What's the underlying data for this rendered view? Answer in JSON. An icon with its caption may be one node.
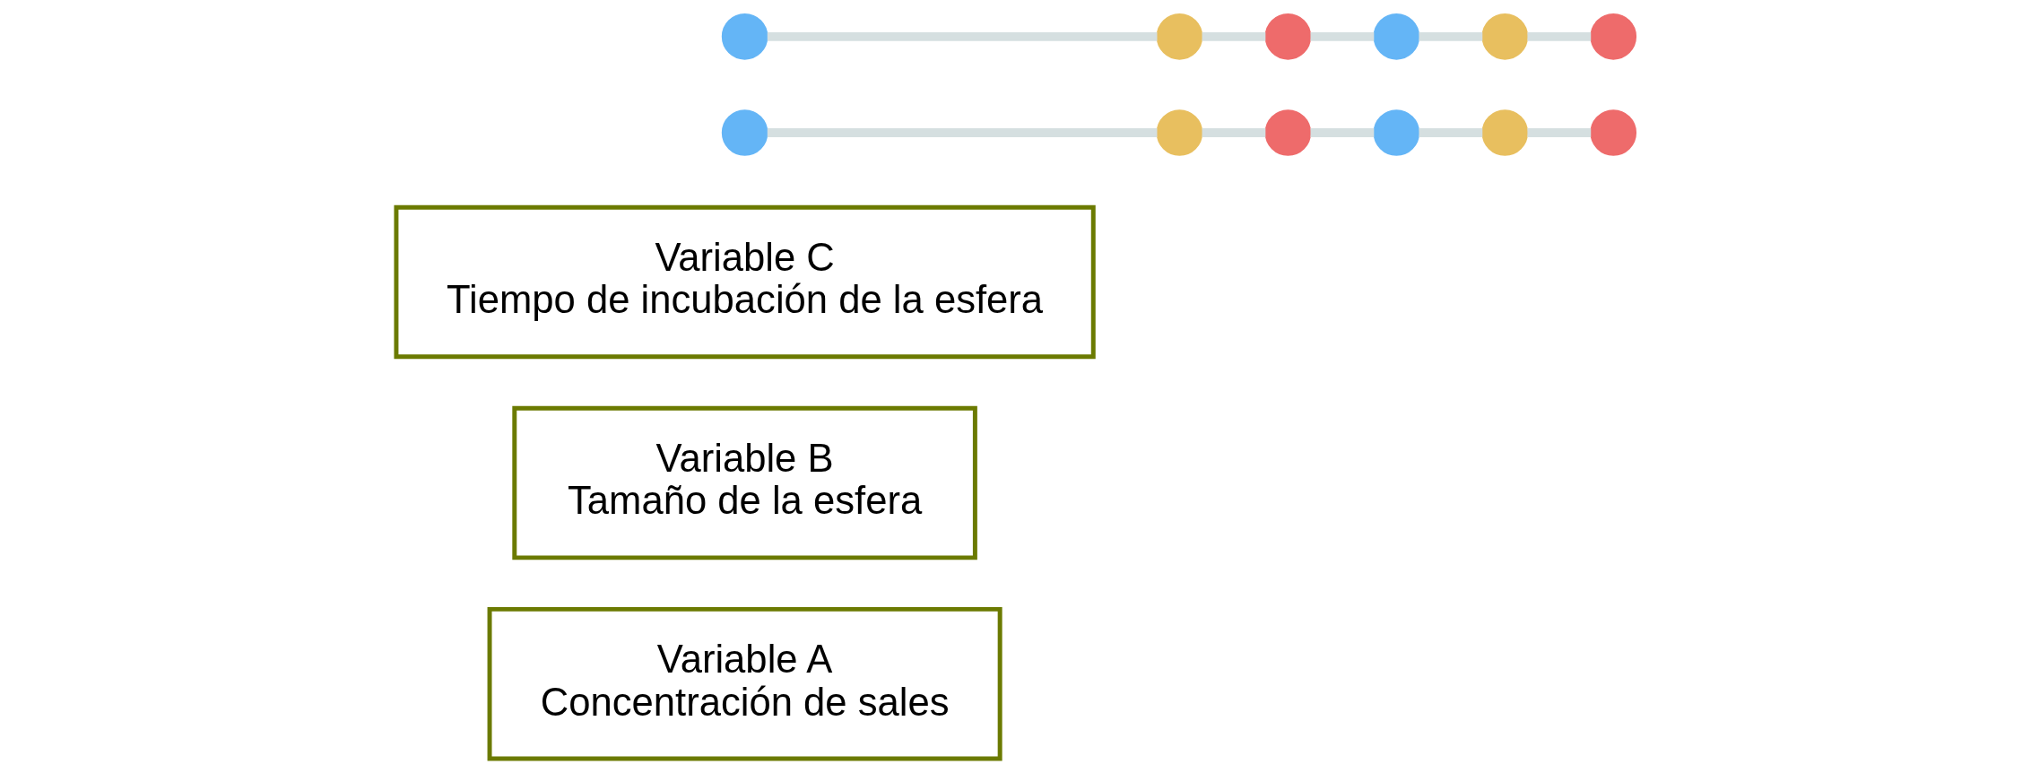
{
  "diagram": {
    "nodes": [
      {
        "text": [
          "Variable A",
          "Concentración de sales"
        ]
      },
      {
        "text": [
          "Variable B",
          "Tamaño de la esfera"
        ]
      },
      {
        "text": [
          "Variable C",
          "Tiempo de incubación de la esfera"
        ]
      },
      {
        "text": [],
        "shape": "circle"
      },
      {
        "text": [],
        "shape": "circle"
      },
      {
        "text": [],
        "shape": "circle"
      },
      {
        "text": [],
        "shape": "circle"
      },
      {
        "text": [],
        "shape": "circle"
      },
      {
        "text": [],
        "shape": "circle"
      },
      {
        "text": [],
        "shape": "circle"
      },
      {
        "text": [],
        "shape": "circle"
      },
      {
        "text": [],
        "shape": "circle"
      },
      {
        "text": [],
        "shape": "circle"
      },
      {
        "text": [],
        "shape": "circle"
      },
      {
        "text": [],
        "shape": "circle"
      }
    ],
    "edges": [
      {
        "from": 3,
        "to": 4,
        "arrow": "none"
      },
      {
        "from": 4,
        "to": 5,
        "arrow": "none"
      },
      {
        "from": 5,
        "to": 6,
        "arrow": "none"
      },
      {
        "from": 6,
        "to": 7,
        "arrow": "none"
      },
      {
        "from": 7,
        "to": 8,
        "arrow": "none"
      },
      {
        "from": 9,
        "to": 10,
        "arrow": "none"
      },
      {
        "from": 10,
        "to": 11,
        "arrow": "none"
      },
      {
        "from": 11,
        "to": 12,
        "arrow": "none"
      },
      {
        "from": 12,
        "to": 13,
        "arrow": "none"
      },
      {
        "from": 13,
        "to": 14,
        "arrow": "none"
      }
    ]
  }
}
